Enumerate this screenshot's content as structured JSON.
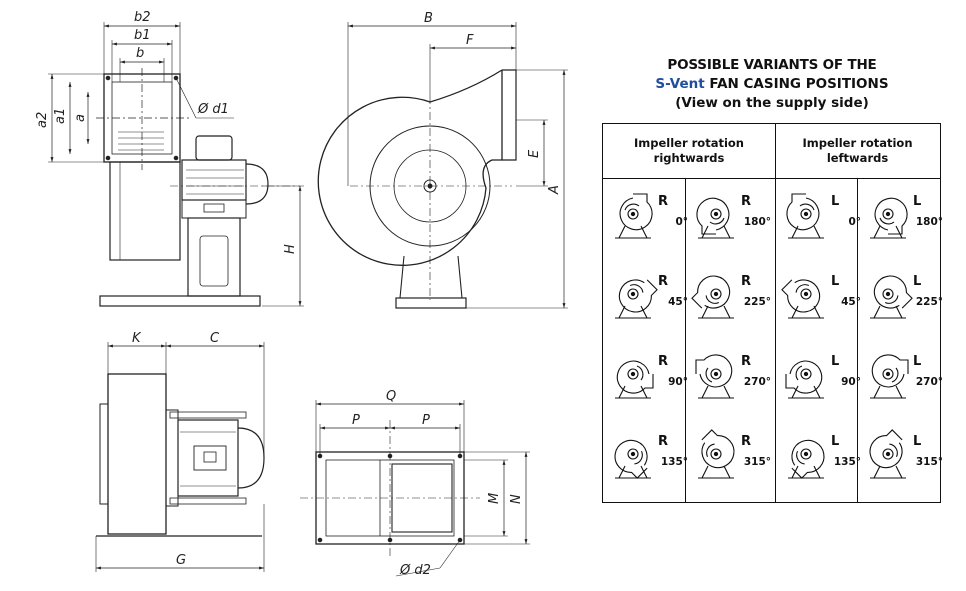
{
  "dimension_labels": {
    "b2": "b2",
    "b1": "b1",
    "b": "b",
    "d1": "Ø d1",
    "a2": "a2",
    "a1": "a1",
    "a": "a",
    "B": "B",
    "F": "F",
    "E": "E",
    "A": "A",
    "H": "H",
    "K": "K",
    "C": "C",
    "G": "G",
    "Q": "Q",
    "P1": "P",
    "P2": "P",
    "M": "M",
    "N": "N",
    "d2": "Ø d2"
  },
  "panel": {
    "title_line1": "POSSIBLE VARIANTS OF THE",
    "title_brand": "S-Vent",
    "title_line2_rest": " FAN CASING POSITIONS",
    "title_line3": "(View on the supply side)",
    "header_right": "Impeller rotation rightwards",
    "header_left": "Impeller rotation leftwards"
  },
  "variants": {
    "right": [
      {
        "dir": "R",
        "angle": "0°"
      },
      {
        "dir": "R",
        "angle": "180°"
      },
      {
        "dir": "R",
        "angle": "45°"
      },
      {
        "dir": "R",
        "angle": "225°"
      },
      {
        "dir": "R",
        "angle": "90°"
      },
      {
        "dir": "R",
        "angle": "270°"
      },
      {
        "dir": "R",
        "angle": "135°"
      },
      {
        "dir": "R",
        "angle": "315°"
      }
    ],
    "left": [
      {
        "dir": "L",
        "angle": "0°"
      },
      {
        "dir": "L",
        "angle": "180°"
      },
      {
        "dir": "L",
        "angle": "45°"
      },
      {
        "dir": "L",
        "angle": "225°"
      },
      {
        "dir": "L",
        "angle": "90°"
      },
      {
        "dir": "L",
        "angle": "270°"
      },
      {
        "dir": "L",
        "angle": "135°"
      },
      {
        "dir": "L",
        "angle": "315°"
      }
    ]
  }
}
